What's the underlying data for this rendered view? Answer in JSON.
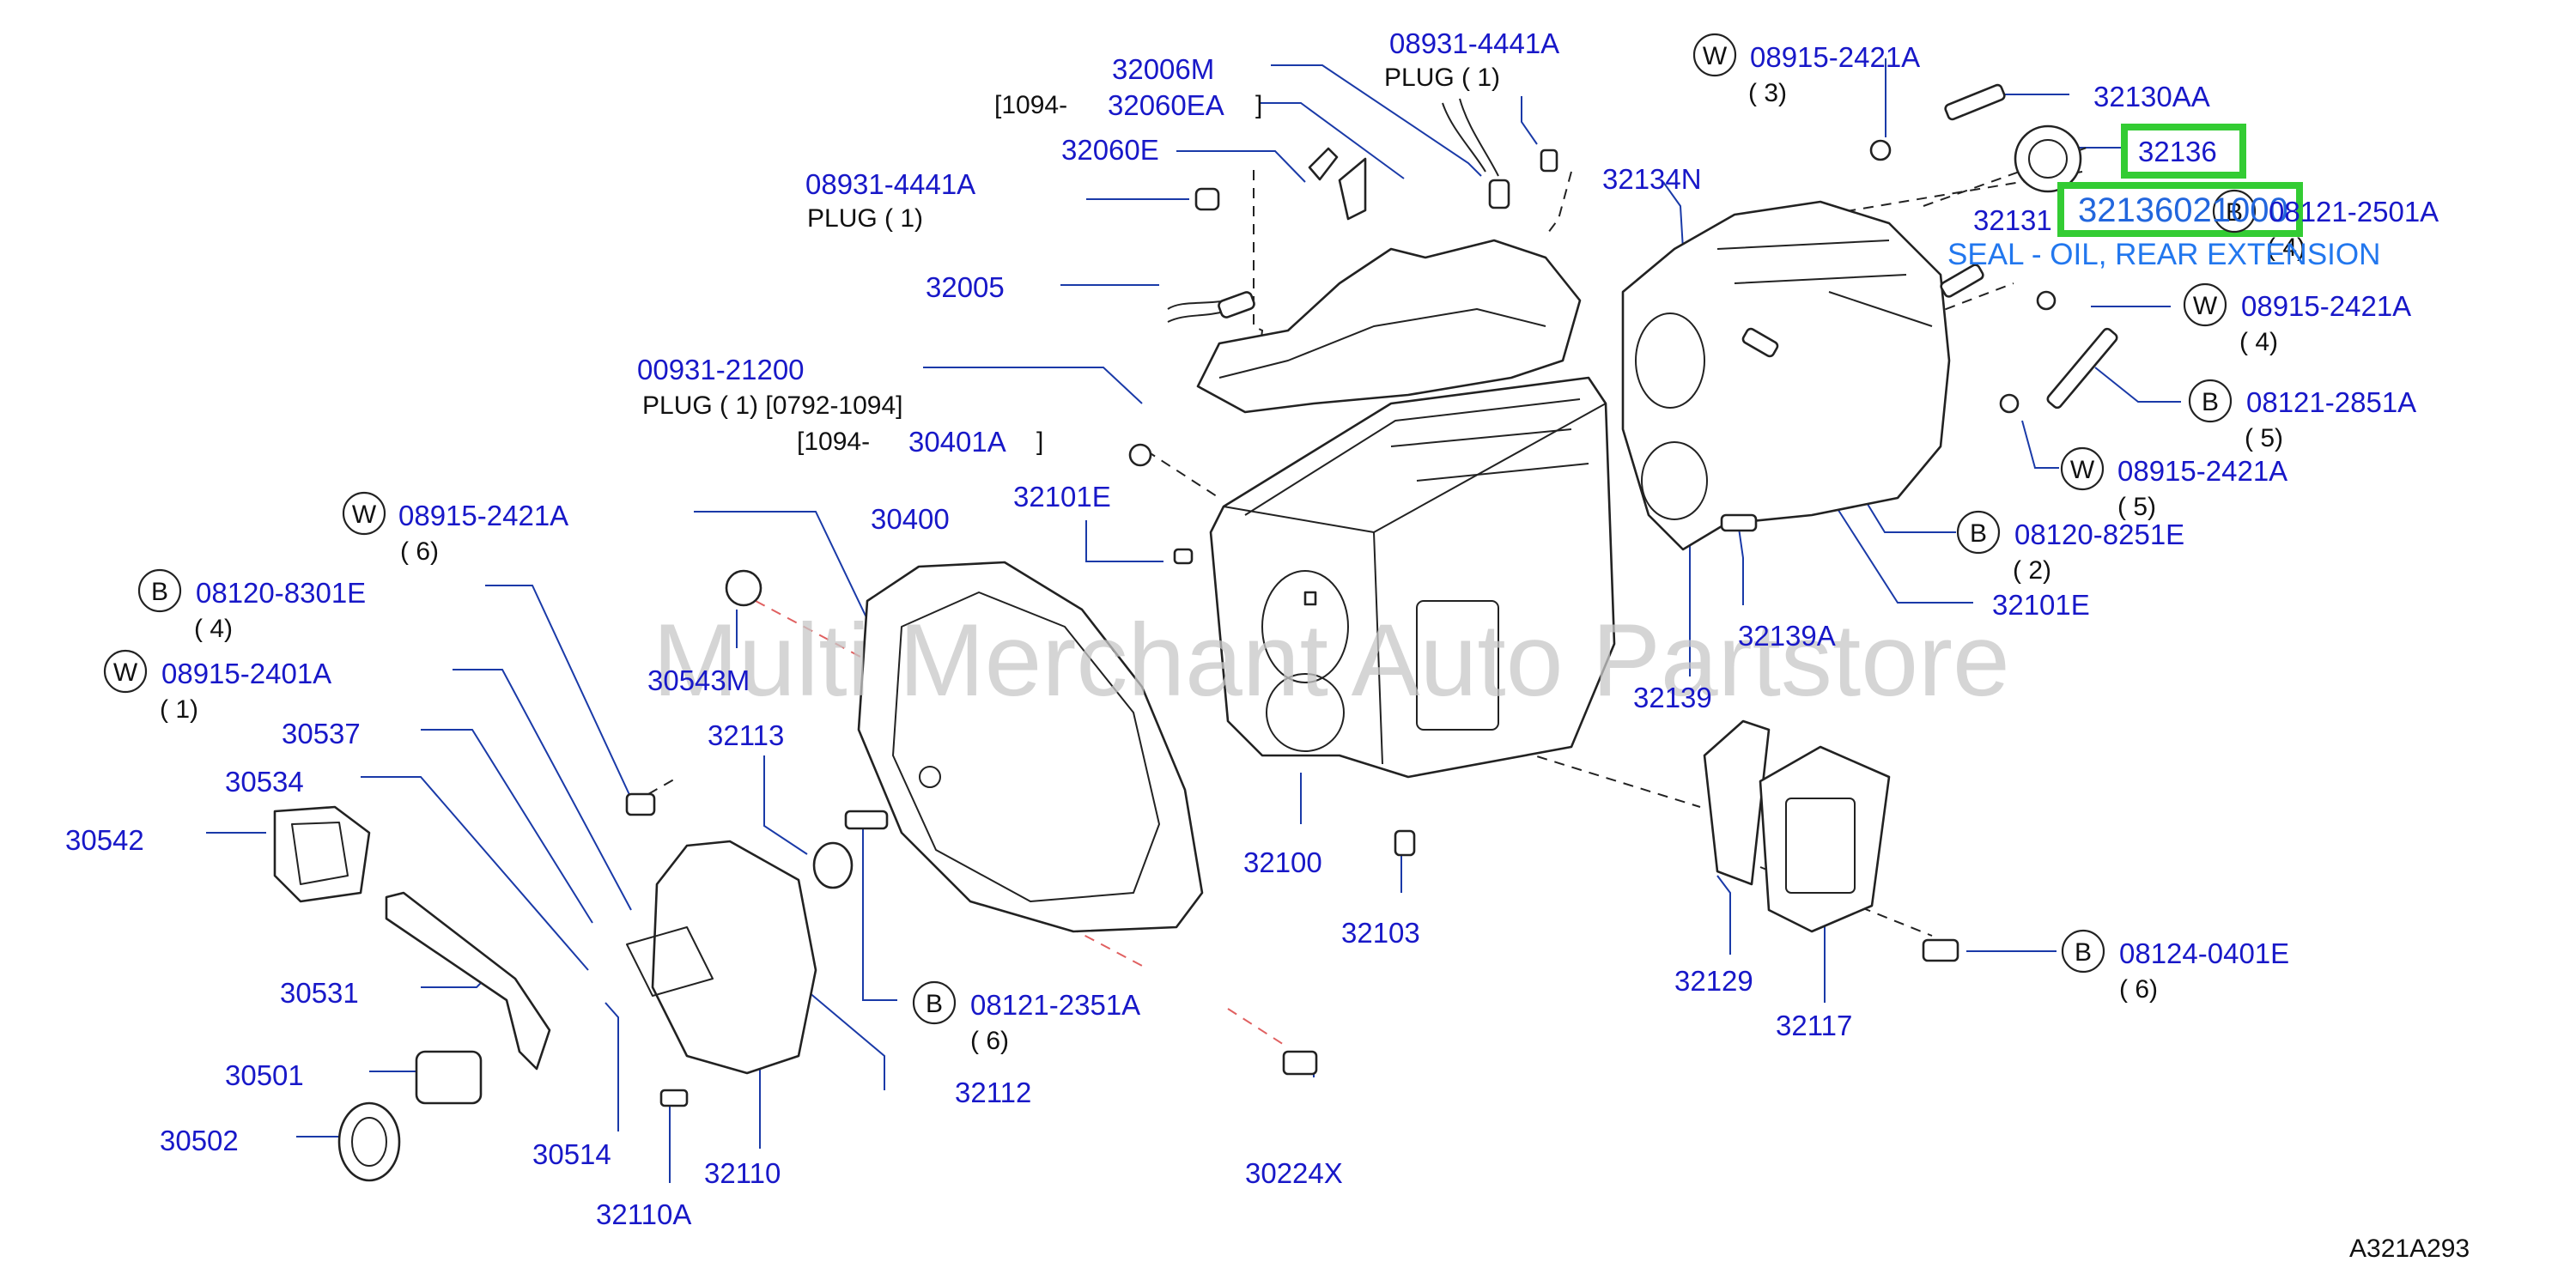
{
  "diagram_code": "A321A293",
  "watermark": "Multi Merchant Auto Partstore",
  "selected": {
    "part": "32136",
    "alt_part": "32136021000",
    "description": "SEAL - OIL, REAR EXTENSION"
  },
  "labels": {
    "p32006M": "32006M",
    "br1094a": "[1094-",
    "p32060EA": "32060EA",
    "brclose_a": "]",
    "p08931_4441A_top": "08931-4441A",
    "plug1_top": "PLUG ( 1)",
    "p32060E": "32060E",
    "p08931_4441A_left": "08931-4441A",
    "plug1_left": "PLUG ( 1)",
    "p32005": "32005",
    "p00931_21200": "00931-21200",
    "plug1_range": "PLUG ( 1) [0792-1094]",
    "br1094b": "[1094-",
    "p30401A": "30401A",
    "brclose_b": "]",
    "w_glyph": "W",
    "b_glyph": "B",
    "p08915_2421A_6": "08915-2421A",
    "q6a": "( 6)",
    "p08120_8301E": "08120-8301E",
    "q4a": "( 4)",
    "p08915_2401A": "08915-2401A",
    "q1a": "( 1)",
    "p30537": "30537",
    "p30534": "30534",
    "p30542": "30542",
    "p30531": "30531",
    "p30501": "30501",
    "p30502": "30502",
    "p30514": "30514",
    "p32110A": "32110A",
    "p32110": "32110",
    "p32112": "32112",
    "p08121_2351A": "08121-2351A",
    "q6b": "( 6)",
    "p32113": "32113",
    "p30400": "30400",
    "p30543M": "30543M",
    "p32101E_mid": "32101E",
    "p32100": "32100",
    "p32103": "32103",
    "p30224X": "30224X",
    "p32134N": "32134N",
    "p08915_2421A_3": "08915-2421A",
    "q3": "( 3)",
    "p32130AA": "32130AA",
    "p32131": "32131",
    "p08121_2501A": "08121-2501A",
    "q4b": "( 4)",
    "p08915_2421A_4": "08915-2421A",
    "q4c": "( 4)",
    "p08121_2851A": "08121-2851A",
    "q5a": "( 5)",
    "p08915_2421A_5": "08915-2421A",
    "q5b": "( 5)",
    "p08120_8251E": "08120-8251E",
    "q2": "( 2)",
    "p32101E_right": "32101E",
    "p32139A": "32139A",
    "p32139": "32139",
    "p32129": "32129",
    "p32117": "32117",
    "p08124_0401E": "08124-0401E",
    "q6c": "( 6)"
  }
}
